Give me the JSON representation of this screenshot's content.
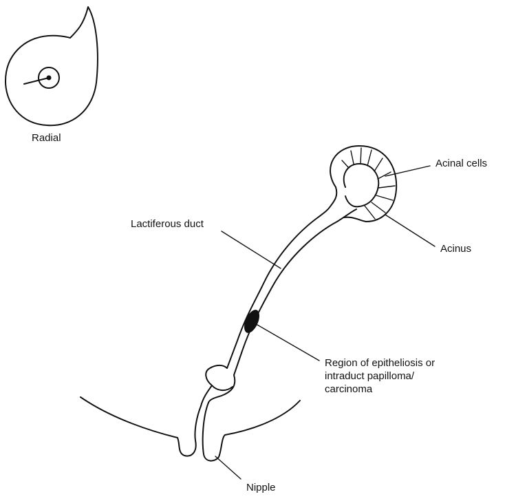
{
  "inset": {
    "caption": "Radial"
  },
  "labels": {
    "acinal_cells": "Acinal cells",
    "acinus": "Acinus",
    "lactiferous_duct": "Lactiferous duct",
    "region_line1": "Region of epitheliosis or",
    "region_line2": "intraduct papilloma/",
    "region_line3": "carcinoma",
    "nipple": "Nipple"
  },
  "colors": {
    "ink": "#111111",
    "background": "#ffffff"
  }
}
